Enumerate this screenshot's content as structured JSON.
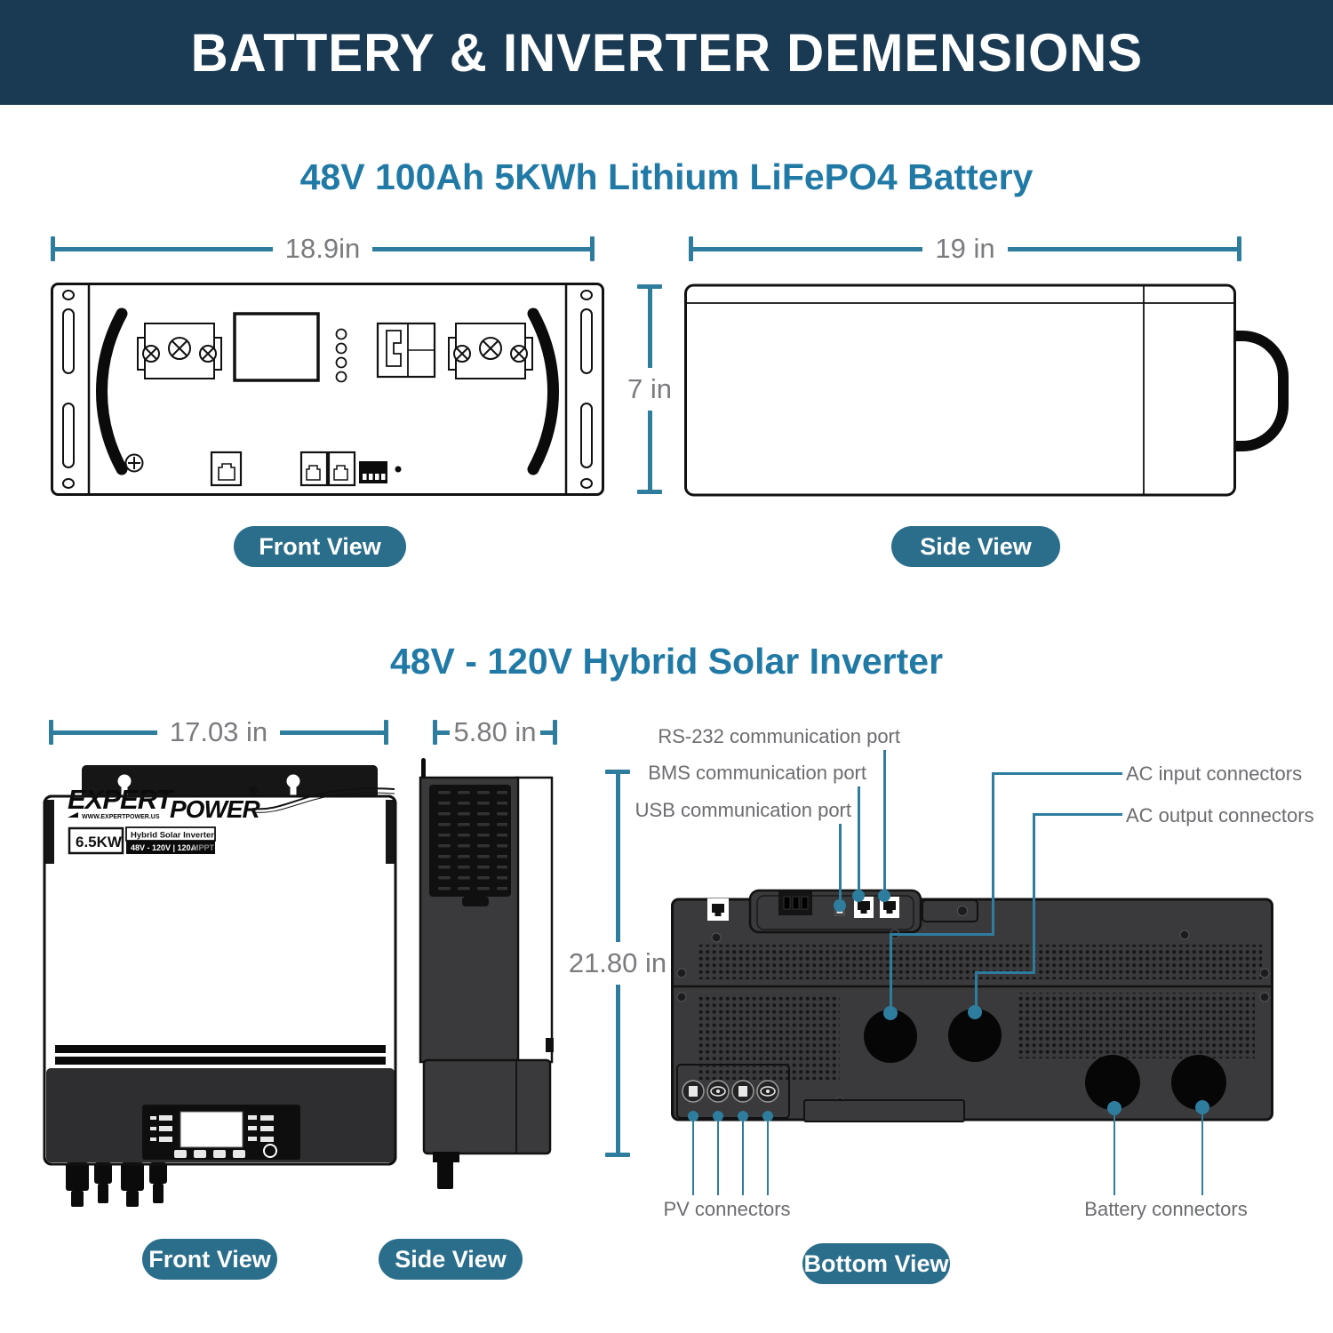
{
  "colors": {
    "header_bg": "#1A3A53",
    "accent_teal": "#2E7D9E",
    "pill_bg": "#2A6E8C",
    "title_blue": "#217AA6",
    "dim_gray": "#7A7B7E",
    "panel_dark": "#3A3A3C"
  },
  "header": {
    "title": "BATTERY & INVERTER DEMENSIONS"
  },
  "battery": {
    "title": "48V 100Ah 5KWh Lithium LiFePO4 Battery",
    "dims": {
      "front_width": "18.9in",
      "side_width": "19 in",
      "height": "7 in"
    },
    "views": {
      "front": "Front View",
      "side": "Side View"
    }
  },
  "inverter": {
    "title": "48V - 120V Hybrid Solar Inverter",
    "dims": {
      "front_width": "17.03 in",
      "depth": "5.80 in",
      "height": "21.80 in"
    },
    "views": {
      "front": "Front View",
      "side": "Side View",
      "bottom": "Bottom View"
    },
    "logo": {
      "brand_expert": "EXPERT",
      "brand_power": "POWER",
      "reg": "®",
      "url": "WWW.EXPERTPOWER.US"
    },
    "badge": {
      "power": "6.5KW",
      "line1": "Hybrid Solar Inverter",
      "line2": "48V - 120V | 120A",
      "line2_suffix": "MPPT"
    },
    "callouts": {
      "rs232": "RS-232 communication port",
      "bms": "BMS communication port",
      "usb": "USB communication port",
      "ac_input": "AC input connectors",
      "ac_output": "AC output connectors",
      "pv": "PV connectors",
      "battery": "Battery connectors"
    }
  }
}
